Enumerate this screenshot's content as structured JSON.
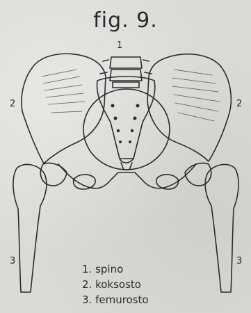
{
  "figure": {
    "title": "fig. 9.",
    "labels": {
      "top_number": "1",
      "left_pelvis": "2",
      "right_pelvis": "2",
      "left_femur": "3",
      "right_femur": "3"
    },
    "legend": [
      "1. spino",
      "2. koksosto",
      "3. femurosto"
    ]
  }
}
